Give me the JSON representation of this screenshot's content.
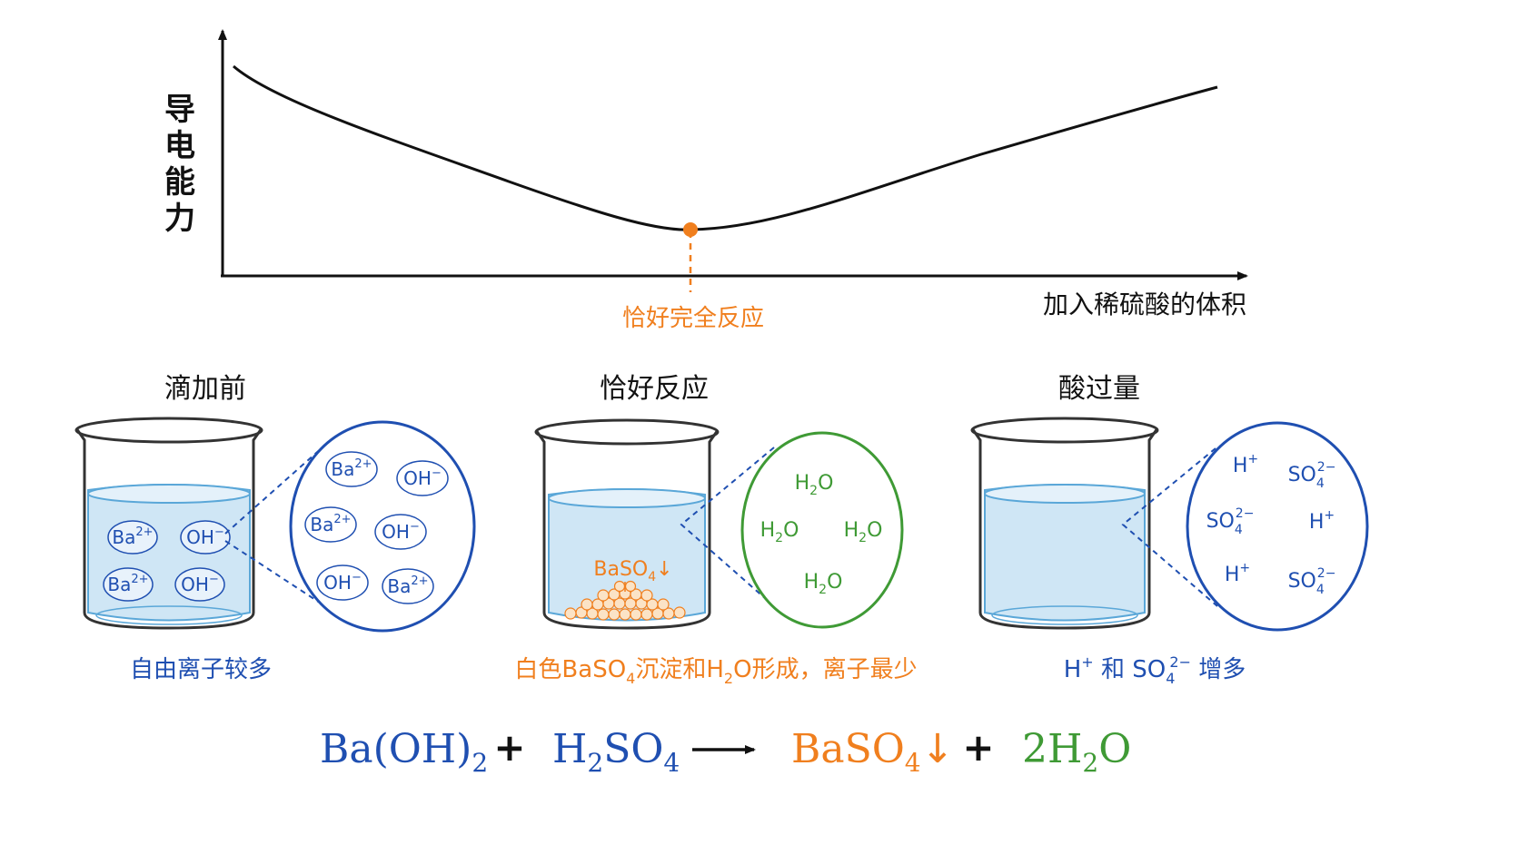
{
  "colors": {
    "axis": "#111111",
    "min_point": "#f07f1e",
    "blue": "#1f4fb1",
    "orange": "#f07f1e",
    "green": "#3f9a35",
    "water": "#cfe6f5",
    "water_edge": "#5aa7d8",
    "precipitate": "#fbe3c6"
  },
  "graph": {
    "ylabel_chars": [
      "导",
      "电",
      "能",
      "力"
    ],
    "xlabel": "加入稀硫酸的体积",
    "min_label": "恰好完全反应"
  },
  "stages": [
    {
      "title": "滴加前",
      "caption": "自由离子较多",
      "beaker_ions": [
        {
          "base": "Ba",
          "sup": "2+"
        },
        {
          "base": "OH",
          "sup": "−"
        },
        {
          "base": "Ba",
          "sup": "2+"
        },
        {
          "base": "OH",
          "sup": "−"
        }
      ],
      "zoom_ions": [
        {
          "base": "Ba",
          "sup": "2+"
        },
        {
          "base": "OH",
          "sup": "−"
        },
        {
          "base": "Ba",
          "sup": "2+"
        },
        {
          "base": "OH",
          "sup": "−"
        },
        {
          "base": "OH",
          "sup": "−"
        },
        {
          "base": "Ba",
          "sup": "2+"
        }
      ]
    },
    {
      "title": "恰好反应",
      "precipitate_label": {
        "base": "BaSO",
        "sub": "4",
        "arrow": "↓"
      },
      "caption": {
        "a": "白色BaSO",
        "a_sub": "4",
        "b": "沉淀和H",
        "b_sub": "2",
        "c": "O形成，离子最少"
      },
      "zoom_molecules": [
        {
          "a": "H",
          "sub": "2",
          "b": "O"
        },
        {
          "a": "H",
          "sub": "2",
          "b": "O"
        },
        {
          "a": "H",
          "sub": "2",
          "b": "O"
        },
        {
          "a": "H",
          "sub": "2",
          "b": "O"
        }
      ]
    },
    {
      "title": "酸过量",
      "caption": {
        "h": "H",
        "h_sup": "+",
        "mid": " 和 SO",
        "so_sub": "4",
        "so_sup": "2−",
        "end": " 增多"
      },
      "zoom_ions": [
        {
          "base": "H",
          "sup": "+"
        },
        {
          "base": "SO",
          "sub": "4",
          "sup": "2−"
        },
        {
          "base": "SO",
          "sub": "4",
          "sup": "2−"
        },
        {
          "base": "H",
          "sup": "+"
        },
        {
          "base": "H",
          "sup": "+"
        },
        {
          "base": "SO",
          "sub": "4",
          "sup": "2−"
        }
      ]
    }
  ],
  "equation": {
    "r1": {
      "a": "Ba(OH)",
      "sub": "2"
    },
    "plus1": "+",
    "r2": {
      "a": "H",
      "sub1": "2",
      "b": "SO",
      "sub2": "4"
    },
    "arrow": "⟶",
    "p1": {
      "a": "BaSO",
      "sub": "4",
      "arrow": "↓"
    },
    "plus2": "+",
    "p2": {
      "a": "2H",
      "sub": "2",
      "b": "O"
    }
  }
}
